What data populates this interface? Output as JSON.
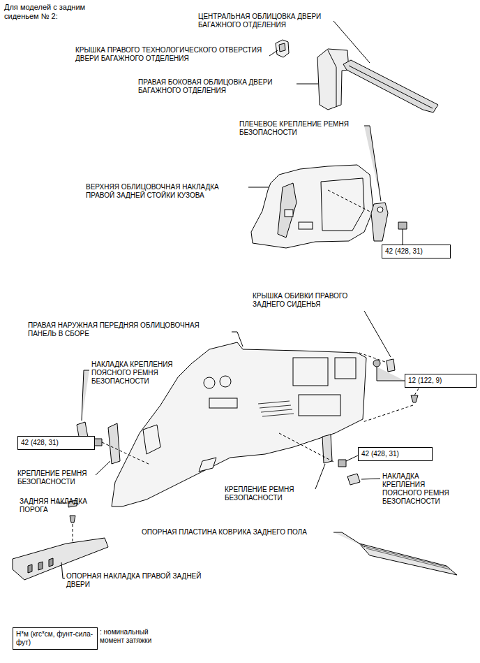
{
  "diagram": {
    "title": "Для моделей с задним сиденьем № 2:",
    "nodes": [
      {
        "text": [
          "42 (428, 31)"
        ]
      },
      {
        "text": [
          "12 (122, 9)"
        ]
      },
      {
        "text": [
          "42 (428, 31)"
        ]
      },
      {
        "text": [
          "42 (428, 31)"
        ]
      },
      {
        "text": [
          "Н*м (кгс*см, фунт-сила-фут)"
        ]
      }
    ],
    "labels": [
      "ЦЕНТРАЛЬНАЯ ОБЛИЦОВКА ДВЕРИ БАГАЖНОГО ОТДЕЛЕНИЯ",
      "КРЫШКА ПРАВОГО ТЕХНОЛОГИЧЕСКОГО ОТВЕРСТИЯ ДВЕРИ БАГАЖНОГО ОТДЕЛЕНИЯ",
      "ПРАВАЯ БОКОВАЯ ОБЛИЦОВКА ДВЕРИ БАГАЖНОГО ОТДЕЛЕНИЯ",
      "ПЛЕЧЕВОЕ КРЕПЛЕНИЕ РЕМНЯ БЕЗОПАСНОСТИ",
      "ВЕРХНЯЯ ОБЛИЦОВОЧНАЯ НАКЛАДКА ПРАВОЙ ЗАДНЕЙ СТОЙКИ КУЗОВА",
      "КРЫШКА ОБИВКИ ПРАВОГО ЗАДНЕГО СИДЕНЬЯ",
      "ПРАВАЯ НАРУЖНАЯ ПЕРЕДНЯЯ ОБЛИЦОВОЧНАЯ ПАНЕЛЬ В СБОРЕ",
      "НАКЛАДКА КРЕПЛЕНИЯ ПОЯСНОГО РЕМНЯ БЕЗОПАСНОСТИ",
      "КРЕПЛЕНИЕ РЕМНЯ БЕЗОПАСНОСТИ",
      "НАКЛАДКА КРЕПЛЕНИЯ ПОЯСНОГО РЕМНЯ БЕЗОПАСНОСТИ",
      "КРЕПЛЕНИЕ РЕМНЯ БЕЗОПАСНОСТИ",
      "ЗАДНЯЯ НАКЛАДКА ПОРОГА",
      "ОПОРНАЯ ПЛАСТИНА КОВРИКА ЗАДНЕГО ПОЛА",
      "ОПОРНАЯ НАКЛАДКА ПРАВОЙ ЗАДНЕЙ ДВЕРИ",
      ": номинальный момент затяжки"
    ]
  }
}
